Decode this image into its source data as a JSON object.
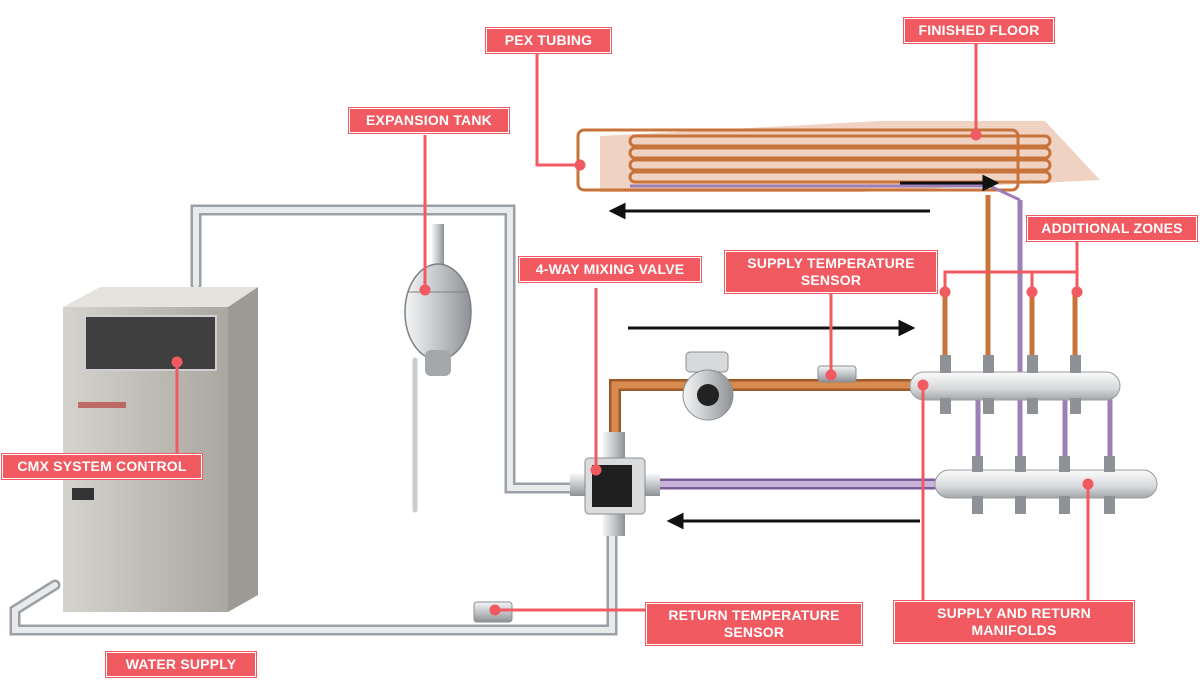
{
  "labels": {
    "pex_tubing": "PEX TUBING",
    "finished_floor": "FINISHED FLOOR",
    "expansion_tank": "EXPANSION TANK",
    "additional_zones": "ADDITIONAL ZONES",
    "mixing_valve": "4-WAY MIXING VALVE",
    "supply_sensor_line1": "SUPPLY TEMPERATURE",
    "supply_sensor_line2": "SENSOR",
    "cmx_control": "CMX SYSTEM CONTROL",
    "return_sensor_line1": "RETURN TEMPERATURE",
    "return_sensor_line2": "SENSOR",
    "manifolds_line1": "SUPPLY AND RETURN",
    "manifolds_line2": "MANIFOLDS",
    "water_supply": "WATER SUPPLY"
  },
  "colors": {
    "label_fill": "#f15a61",
    "leader_line": "#f15a61",
    "copper_pipe": "#c8733a",
    "pex_purple": "#9b7fb6",
    "steel_pipe": "#c9cccf",
    "floor_slab": "#e9c3ad"
  }
}
